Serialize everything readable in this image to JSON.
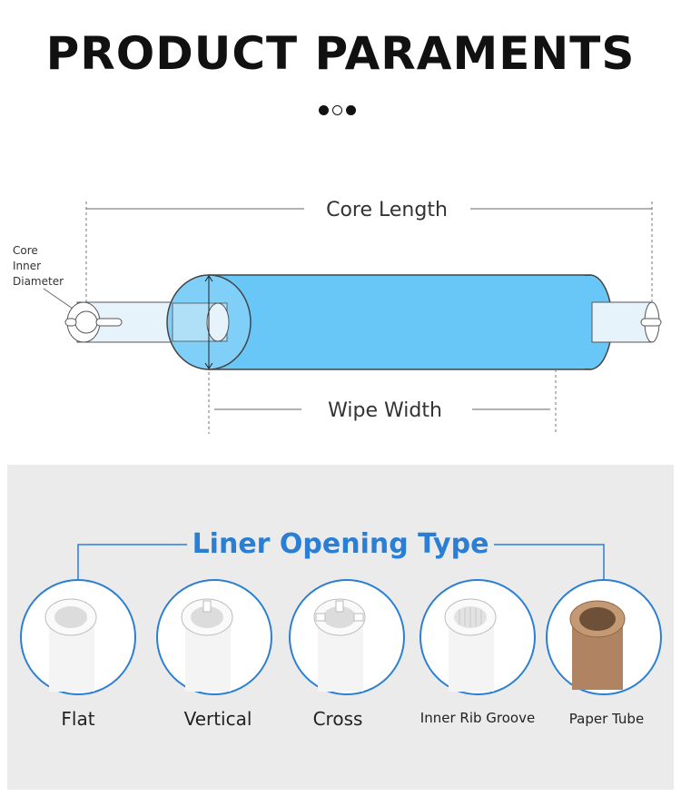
{
  "header": {
    "title": "PRODUCT PARAMENTS",
    "indicator": [
      "filled",
      "hollow",
      "filled"
    ]
  },
  "diagram": {
    "core_length_label": "Core Length",
    "wipe_width_label": "Wipe Width",
    "core_inner_diameter_label": [
      "Core",
      "Inner",
      "Diameter"
    ],
    "roll_color": "#69c7f7"
  },
  "liner": {
    "title": "Liner Opening Type",
    "accent_color": "#2a7fd4",
    "types": [
      {
        "label": "Flat",
        "icon": "flat-tube-icon"
      },
      {
        "label": "Vertical",
        "icon": "vertical-slot-tube-icon"
      },
      {
        "label": "Cross",
        "icon": "cross-slot-tube-icon"
      },
      {
        "label": "Inner Rib Groove",
        "icon": "inner-rib-groove-tube-icon"
      },
      {
        "label": "Paper Tube",
        "icon": "paper-tube-icon"
      }
    ]
  }
}
